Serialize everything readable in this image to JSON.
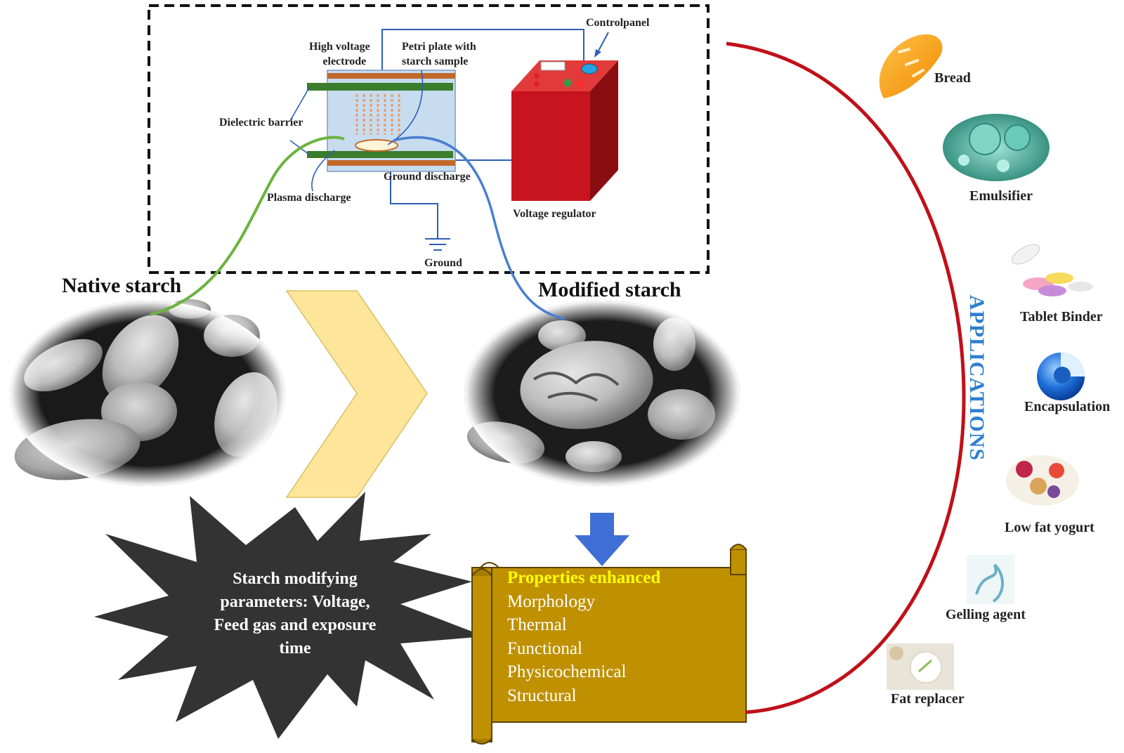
{
  "setup": {
    "control_panel": "Controlpanel",
    "high_voltage_electrode": [
      "High voltage",
      "electrode"
    ],
    "petri_plate": [
      "Petri plate with",
      "starch sample"
    ],
    "dielectric_barrier": "Dielectric barrier",
    "ground_discharge": "Ground discharge",
    "plasma_discharge": "Plasma discharge",
    "voltage_regulator": "Voltage regulator",
    "ground": "Ground"
  },
  "native_starch": "Native starch",
  "modified_starch": "Modified starch",
  "parameters": [
    "Starch modifying",
    "parameters: Voltage,",
    "Feed gas and exposure",
    "time"
  ],
  "properties": {
    "heading": "Properties enhanced",
    "items": [
      "Morphology",
      "Thermal",
      "Functional",
      "Physicochemical",
      "Structural"
    ]
  },
  "applications": {
    "title": "APPLICATIONS",
    "items": [
      "Bread",
      "Emulsifier",
      "Tablet Binder",
      "Encapsulation",
      "Low fat yogurt",
      "Gelling agent",
      "Fat replacer"
    ]
  },
  "colors": {
    "regulator_red": "#c8141e",
    "scroll_gold": "#bf9000",
    "chevron_yellow": "#fde69a",
    "arrow_blue": "#3f6fd6",
    "curve_red": "#c0101a",
    "native_curve_green": "#6cb33f",
    "modified_curve_blue": "#4a7fd0",
    "title_blue": "#2f7fd0"
  }
}
